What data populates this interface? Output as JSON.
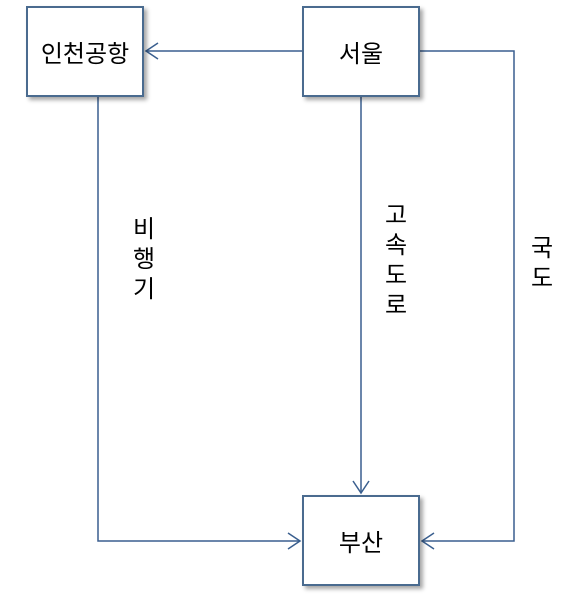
{
  "nodes": {
    "incheon_airport": "인천공항",
    "seoul": "서울",
    "busan": "부산"
  },
  "edge_labels": {
    "airplane": "비\n행\n기",
    "expressway": "고\n속\n도\n로",
    "national_road": "국\n도"
  },
  "colors": {
    "line": "#3a5f8f",
    "box_border": "#4a6b8f"
  }
}
